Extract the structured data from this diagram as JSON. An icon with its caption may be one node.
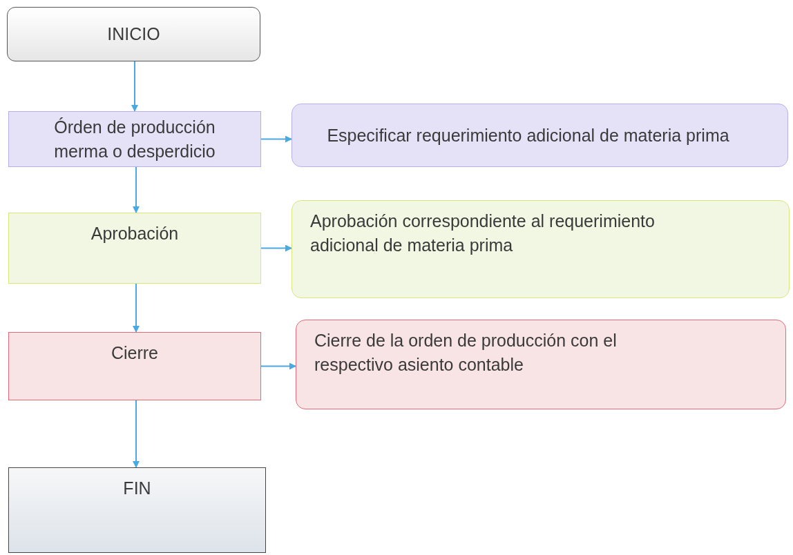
{
  "diagram": {
    "nodes": [
      {
        "text": [
          "INICIO"
        ]
      },
      {
        "text": [
          "Órden de producción merma o desperdicio"
        ]
      },
      {
        "text": [
          "Especificar requerimiento adicional de materia prima"
        ]
      },
      {
        "text": [
          "Aprobación"
        ]
      },
      {
        "text": [
          "Aprobación correspondiente al requerimiento adicional de materia prima"
        ]
      },
      {
        "text": [
          "Cierre"
        ]
      },
      {
        "text": [
          "Cierre de la orden de producción con el respectivo asiento contable"
        ]
      },
      {
        "text": [
          "FIN"
        ]
      }
    ],
    "edges": [
      {
        "from": 0,
        "to": 1,
        "arrow": "to"
      },
      {
        "from": 1,
        "to": 2,
        "arrow": "to"
      },
      {
        "from": 1,
        "to": 3,
        "arrow": "to"
      },
      {
        "from": 3,
        "to": 4,
        "arrow": "to"
      },
      {
        "from": 3,
        "to": 5,
        "arrow": "to"
      },
      {
        "from": 5,
        "to": 6,
        "arrow": "to"
      },
      {
        "from": 5,
        "to": 7,
        "arrow": "to"
      }
    ]
  }
}
